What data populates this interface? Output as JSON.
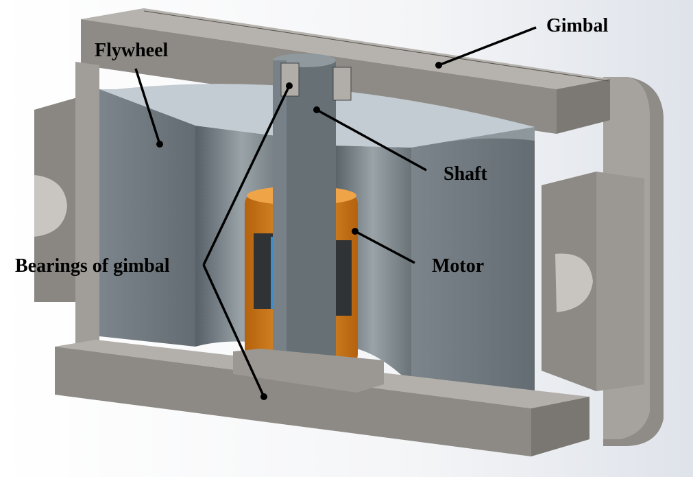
{
  "labels": {
    "gimbal": "Gimbal",
    "flywheel": "Flywheel",
    "shaft": "Shaft",
    "motor": "Motor",
    "bearings": "Bearings of gimbal"
  },
  "colors": {
    "gimbal_top": "#a9a6a1",
    "gimbal_front": "#8b8883",
    "flywheel": "#6f787e",
    "shaft": "#5f686e",
    "motor": "#d77f17",
    "leader": "#000000"
  }
}
